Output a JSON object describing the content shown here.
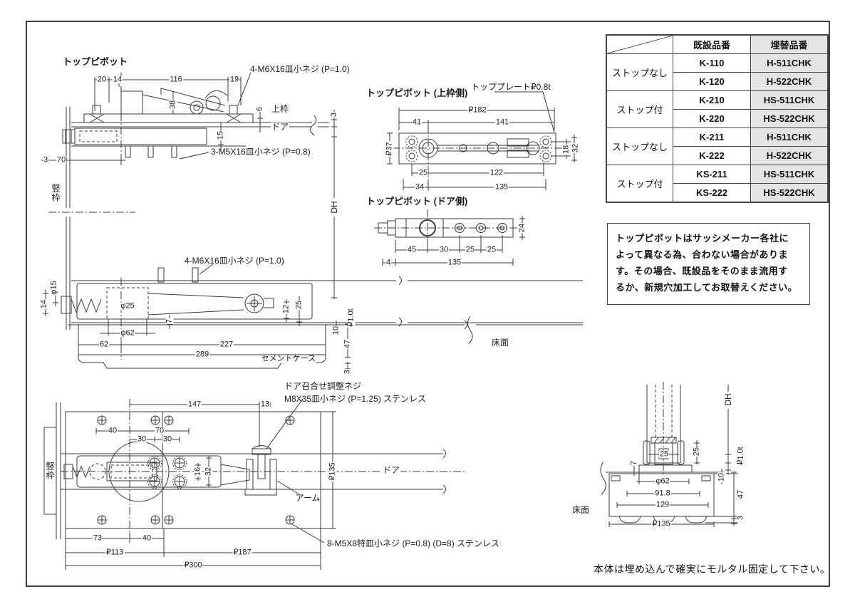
{
  "colors": {
    "line": "#3a3a3a",
    "text": "#1c1c1c",
    "table_header_bg": "#e4e4e4",
    "frame": "#000000"
  },
  "table": {
    "headers": {
      "existing": "既設品番",
      "replacement": "埋替品番"
    },
    "groups": [
      {
        "label": "ストップなし",
        "rows": [
          {
            "existing": "K-110",
            "replacement": "H-511CHK"
          },
          {
            "existing": "K-120",
            "replacement": "H-522CHK"
          }
        ]
      },
      {
        "label": "ストップ付",
        "rows": [
          {
            "existing": "K-210",
            "replacement": "HS-511CHK"
          },
          {
            "existing": "K-220",
            "replacement": "HS-522CHK"
          }
        ]
      },
      {
        "label": "ストップなし",
        "rows": [
          {
            "existing": "K-211",
            "replacement": "H-511CHK"
          },
          {
            "existing": "K-222",
            "replacement": "H-522CHK"
          }
        ]
      },
      {
        "label": "ストップ付",
        "rows": [
          {
            "existing": "KS-211",
            "replacement": "HS-511CHK"
          },
          {
            "existing": "KS-222",
            "replacement": "HS-522CHK"
          }
        ]
      }
    ]
  },
  "note": {
    "lines": [
      "トップピボットはサッシメーカー各社に",
      "よって異なる為、合わない場合がありま",
      "す。その場合、既設品をそのまま流用す",
      "るか、新規穴加工してお取替えください。"
    ]
  },
  "footer_note": "本体は埋め込んで確実にモルタル固定して下さい。",
  "drawings": {
    "topPivot": {
      "title": "トップピボット",
      "screw_top": "4-M6X16皿小ネジ (P=1.0)",
      "screw_door": "3-M5X16皿小ネジ (P=0.8)",
      "frame_label": "上枠",
      "door_label": "ドア",
      "jamb_label": "竪枠",
      "dh_label": "DH",
      "dims": [
        "20",
        "14",
        "116",
        "19",
        "38",
        "6",
        "3",
        "15",
        "3",
        "70"
      ]
    },
    "floorHinge": {
      "screw_top": "4-M6X16皿小ネジ (P=1.0)",
      "cement_case": "セメントケース",
      "floor_label": "床面",
      "dims": [
        "φ15",
        "14",
        "φ25",
        "12",
        "25",
        "7",
        "₽1.0t",
        "φ62",
        "10",
        "62",
        "227",
        "47",
        "289",
        "3"
      ]
    },
    "framePlate": {
      "title": "トップピボット (上枠側)",
      "plate_label": "トッププレート₽0.8t",
      "dims": [
        "₽182",
        "41",
        "141",
        "₽37",
        "18",
        "32",
        "25",
        "122",
        "34",
        "135"
      ]
    },
    "doorPlate": {
      "title": "トップピボット (ドア側)",
      "dims": [
        "24",
        "45",
        "30",
        "25",
        "25",
        "4",
        "135"
      ]
    },
    "plan": {
      "adjust_line1": "ドア召合せ調整ネジ",
      "adjust_line2": "M8X35皿小ネジ (P=1.25) ステンレス",
      "arm_label": "アーム",
      "door_label": "ドア",
      "jamb_label": "竪枠",
      "screw_label": "8-M5X8特皿小ネジ (P=0.8) (D=8) ステンレス",
      "dims": [
        "147",
        "13",
        "40",
        "70",
        "30",
        "30",
        "16",
        "32",
        "₽135",
        "73",
        "40",
        "₽113",
        "₽187",
        "₽300"
      ]
    },
    "section": {
      "dh_label": "DH",
      "floor_label": "床面",
      "dims": [
        "25",
        "25",
        "7",
        "₽1.0t",
        "φ62",
        "10",
        "91.8",
        "47",
        "129",
        "₽135",
        "3"
      ]
    }
  }
}
